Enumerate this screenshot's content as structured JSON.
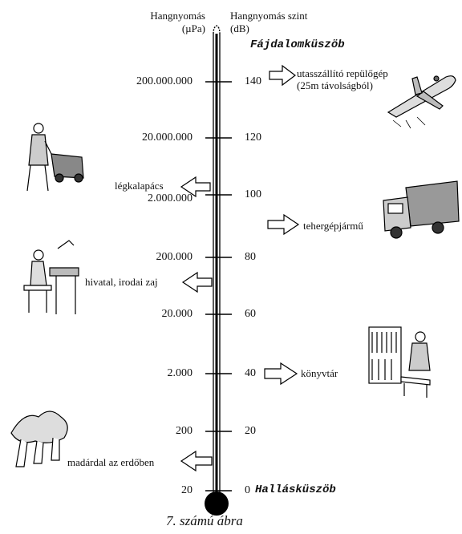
{
  "header": {
    "left_label_line1": "Hangnyomás",
    "left_label_line2": "(µPa)",
    "right_label_line1": "Hangnyomás szint",
    "right_label_line2": "(dB)"
  },
  "thresholds": {
    "pain": "Fájdalomküszöb",
    "hearing": "Hallásküszöb"
  },
  "scale": {
    "pressure_ticks": [
      "200.000.000",
      "20.000.000",
      "2.000.000",
      "200.000",
      "20.000",
      "2.000",
      "200",
      "20"
    ],
    "db_ticks": [
      "140",
      "120",
      "100",
      "80",
      "60",
      "40",
      "20",
      "0"
    ]
  },
  "examples": {
    "airplane_line1": "utasszállító repülőgép",
    "airplane_line2": "(25m távolságból)",
    "jackhammer": "légkalapács",
    "truck": "tehergépjármű",
    "office": "hivatal, irodai zaj",
    "library": "könyvtár",
    "forest": "madárdal az erdőben"
  },
  "caption": "7. számú ábra"
}
